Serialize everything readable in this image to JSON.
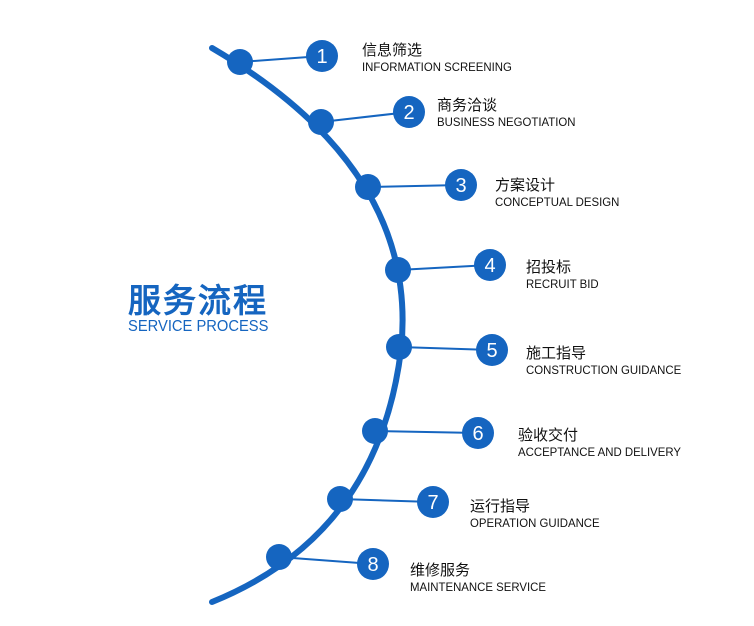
{
  "title": {
    "cn": "服务流程",
    "en": "SERVICE PROCESS"
  },
  "colors": {
    "accent": "#1565c0",
    "text": "#111111"
  },
  "steps": [
    {
      "num": "1",
      "cn": "信息筛选",
      "en": "INFORMATION SCREENING"
    },
    {
      "num": "2",
      "cn": "商务洽谈",
      "en": "BUSINESS NEGOTIATION"
    },
    {
      "num": "3",
      "cn": "方案设计",
      "en": "CONCEPTUAL DESIGN"
    },
    {
      "num": "4",
      "cn": "招投标",
      "en": "RECRUIT BID"
    },
    {
      "num": "5",
      "cn": "施工指导",
      "en": "CONSTRUCTION GUIDANCE"
    },
    {
      "num": "6",
      "cn": "验收交付",
      "en": "ACCEPTANCE AND DELIVERY"
    },
    {
      "num": "7",
      "cn": "运行指导",
      "en": "OPERATION GUIDANCE"
    },
    {
      "num": "8",
      "cn": "维修服务",
      "en": "MAINTENANCE SERVICE"
    }
  ]
}
